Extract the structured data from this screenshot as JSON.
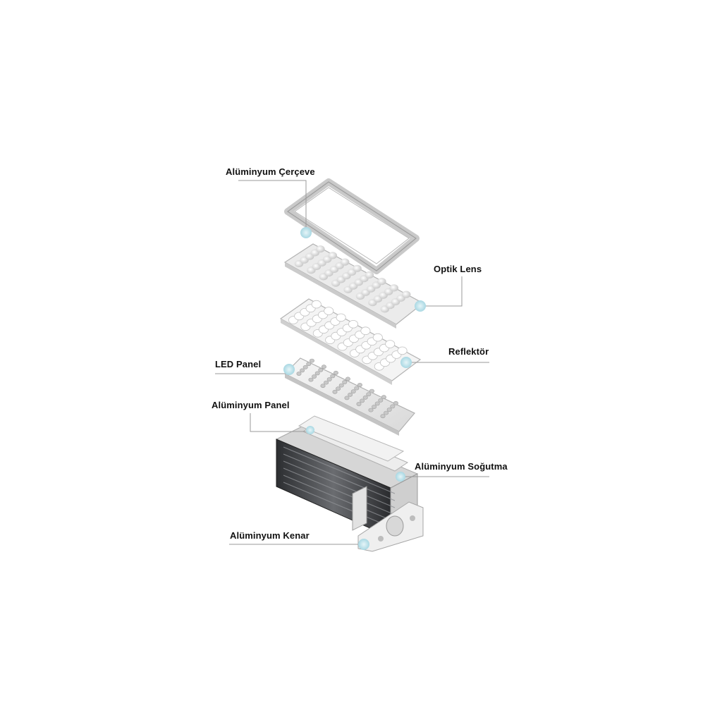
{
  "labels": {
    "frame": "Alüminyum Çerçeve",
    "lens": "Optik Lens",
    "reflector": "Reflektör",
    "led_panel": "LED Panel",
    "aluminum_panel": "Alüminyum Panel",
    "cooling": "Alüminyum Soğutma",
    "edge": "Alüminyum Kenar"
  },
  "colors": {
    "background": "#ffffff",
    "leader_line": "#9a9a9a",
    "callout_dot": "#b9e1ea",
    "part_light": "#ececec",
    "part_edge": "#bdbdbd",
    "heatsink_dark": "#3c3e42"
  }
}
